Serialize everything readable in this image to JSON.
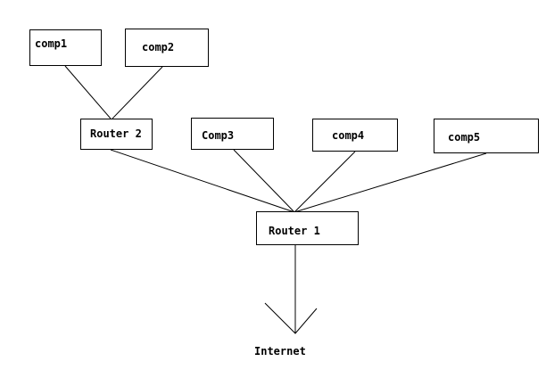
{
  "diagram": {
    "nodes": {
      "comp1": "comp1",
      "comp2": "comp2",
      "router2": "Router 2",
      "comp3": "Comp3",
      "comp4": "comp4",
      "comp5": "comp5",
      "router1": "Router 1"
    },
    "internet_label": "Internet",
    "links": [
      [
        "comp1",
        "router2"
      ],
      [
        "comp2",
        "router2"
      ],
      [
        "router2",
        "router1"
      ],
      [
        "comp3",
        "router1"
      ],
      [
        "comp4",
        "router1"
      ],
      [
        "comp5",
        "router1"
      ],
      [
        "router1",
        "internet"
      ]
    ]
  }
}
